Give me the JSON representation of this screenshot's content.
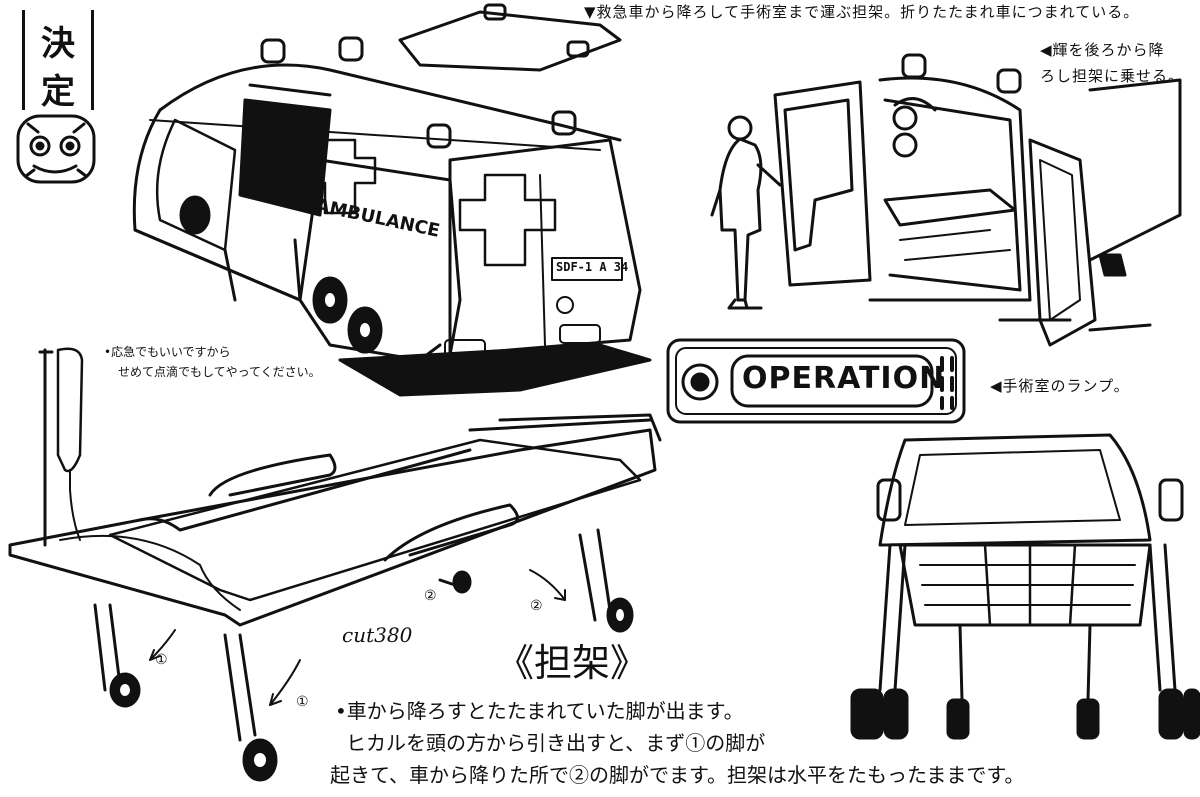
{
  "stamp": {
    "line1": "決",
    "line2": "定"
  },
  "captions": {
    "top": "▼救急車から降ろして手術室まで運ぶ担架。折りたたまれ車につまれている。",
    "right_line1": "◀輝を後ろから降",
    "right_line2": "ろし担架に乗せる。",
    "lamp": "◀手術室のランプ。"
  },
  "ambulance": {
    "label": "AMBULANCE",
    "plate": "SDF-1 A 34"
  },
  "operation_lamp": {
    "label": "OPERATION"
  },
  "handwritten": {
    "iv_note_line1": "•応急でもいいですから",
    "iv_note_line2": "せめて点滴でもしてやってください。",
    "cut_label": "cut380",
    "stretcher_title": "《担架》",
    "desc_line1": "•車から降ろすとたたまれていた脚が出ます。",
    "desc_line2": "ヒカルを頭の方から引き出すと、まず①の脚が",
    "desc_line3": "起きて、車から降りた所で②の脚がでます。担架は水平をたもったままです。",
    "marker1": "①",
    "marker2": "②"
  }
}
